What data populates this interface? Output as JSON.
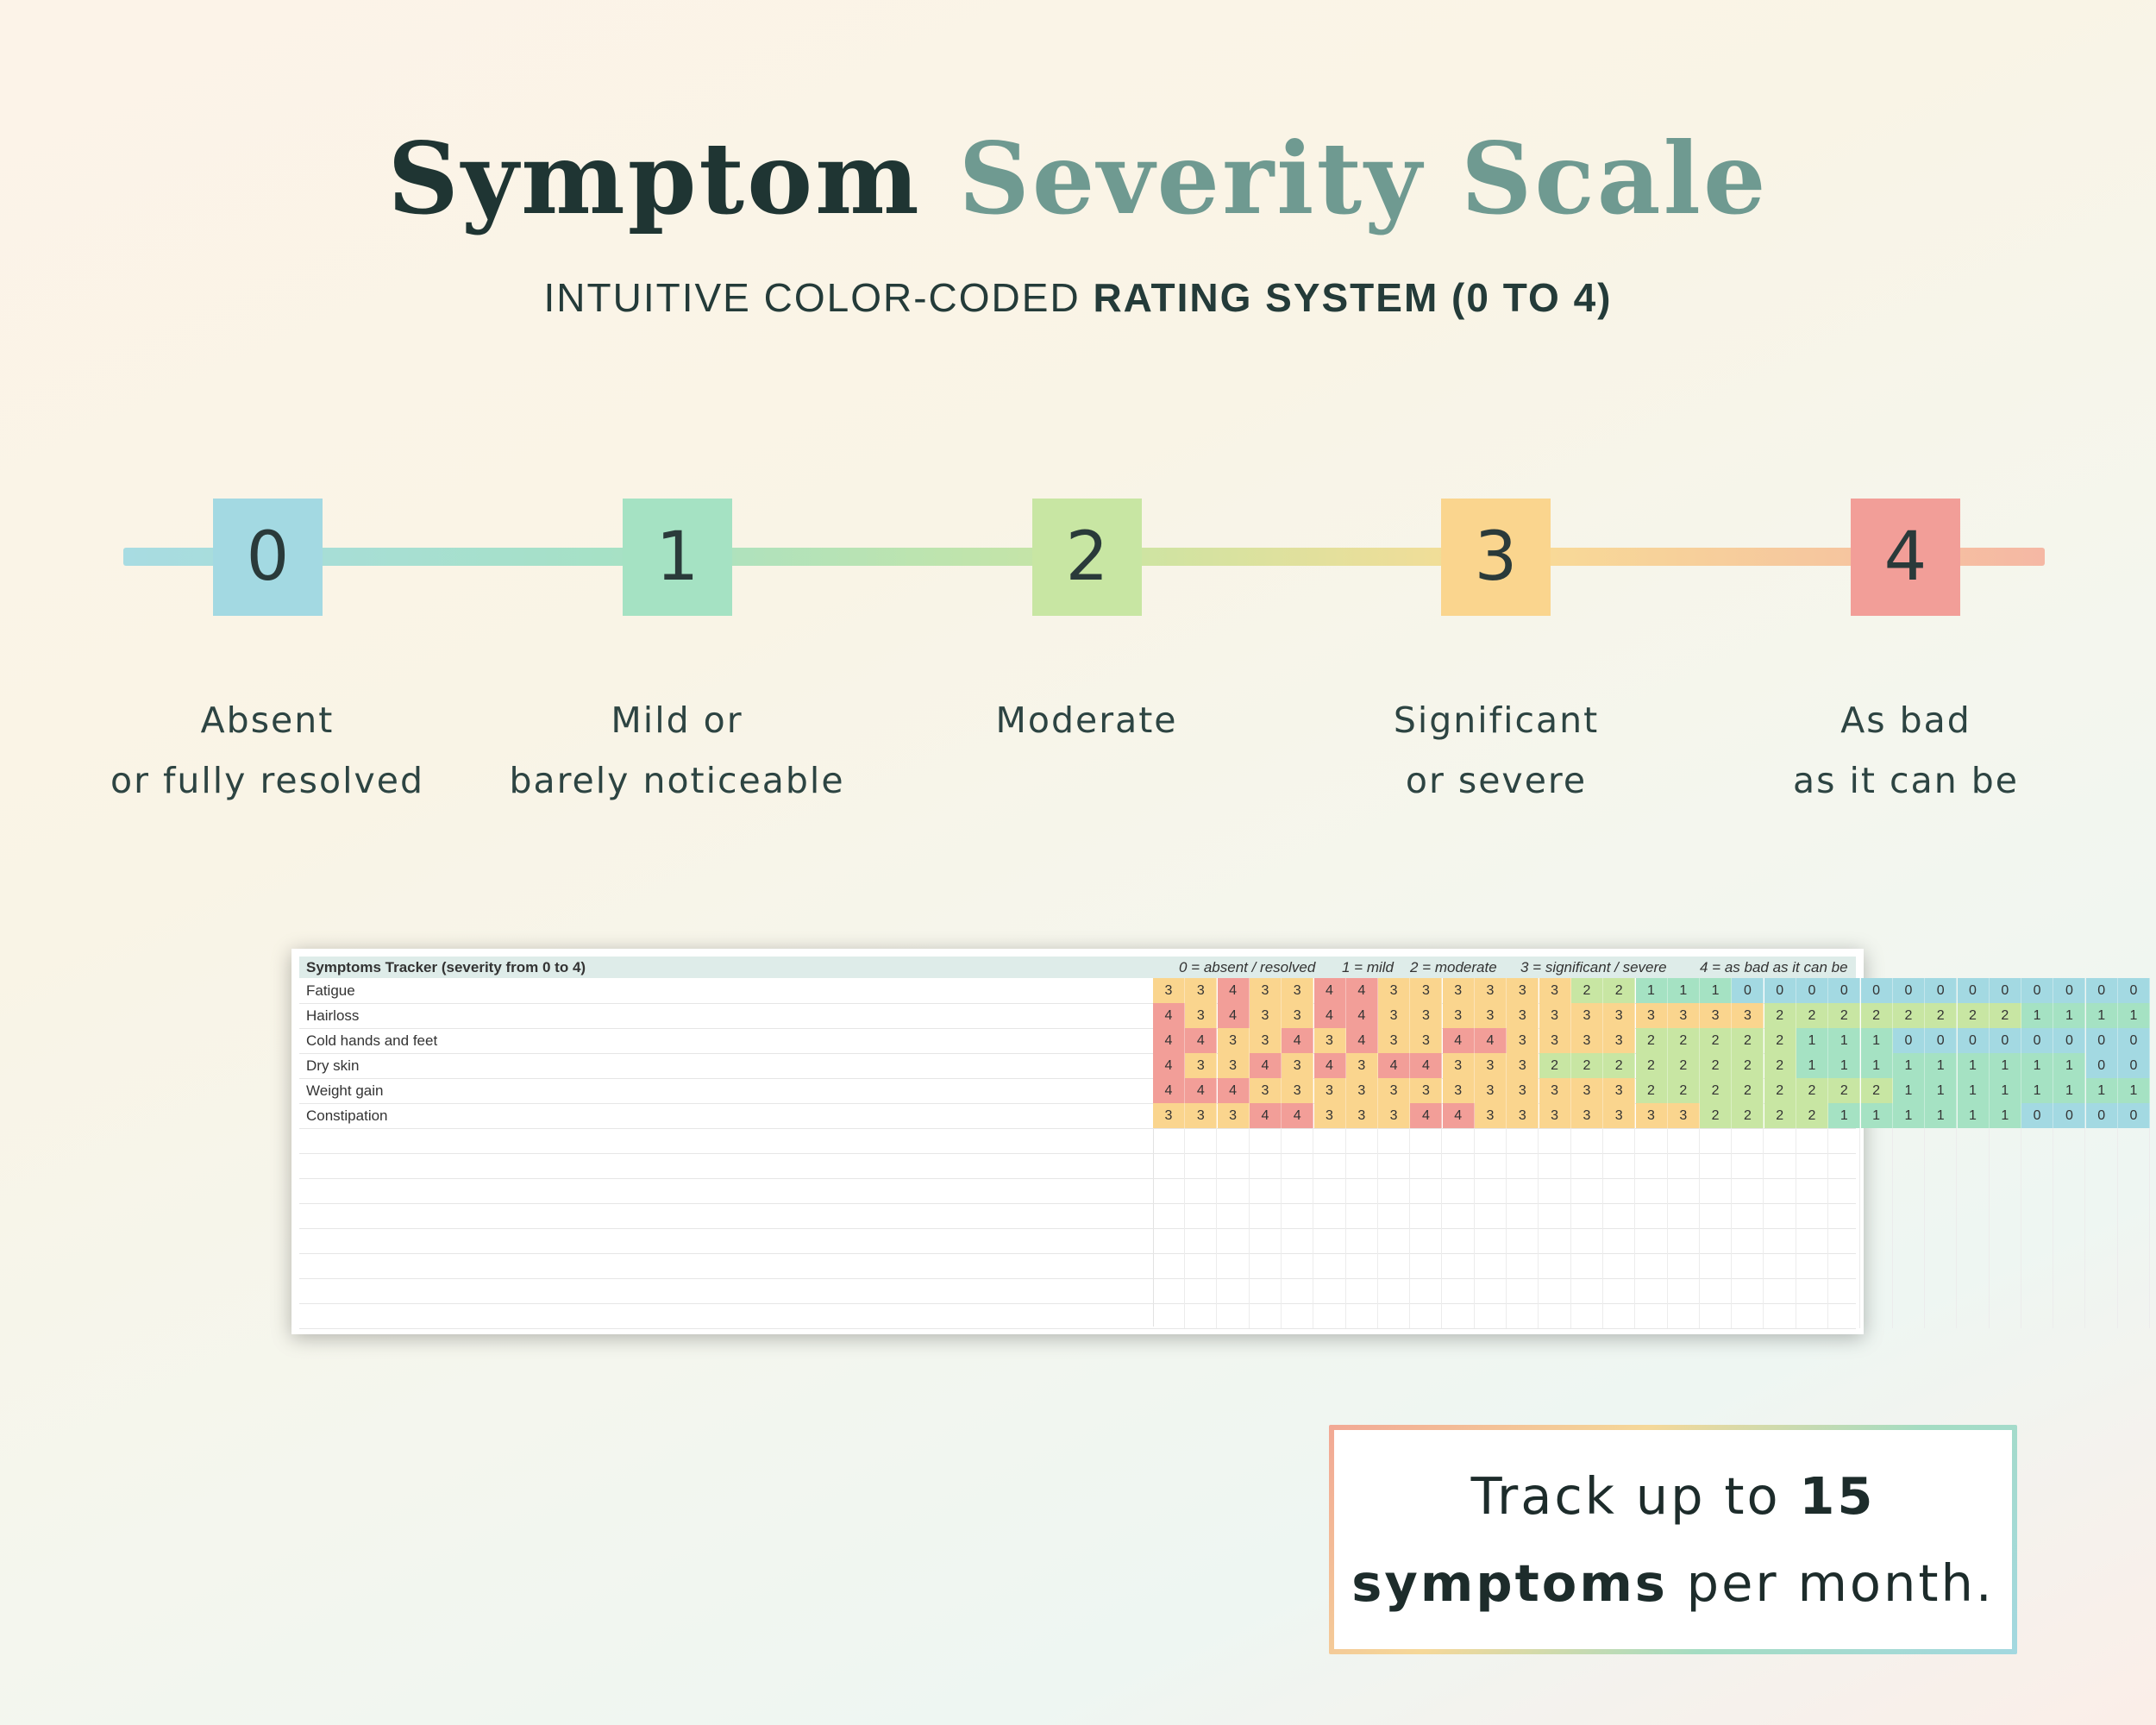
{
  "title": {
    "part1": "Symptom",
    "part2": "Severity Scale"
  },
  "subtitle": {
    "regular": "INTUITIVE COLOR-CODED ",
    "bold": "RATING SYSTEM (0 TO 4)"
  },
  "scale": [
    {
      "value": "0",
      "line1": "Absent",
      "line2": "or fully resolved",
      "color": "#a3d9e2"
    },
    {
      "value": "1",
      "line1": "Mild or",
      "line2": "barely noticeable",
      "color": "#a5e2c3"
    },
    {
      "value": "2",
      "line1": "Moderate",
      "line2": "",
      "color": "#c8e6a3"
    },
    {
      "value": "3",
      "line1": "Significant",
      "line2": "or severe",
      "color": "#fad58e"
    },
    {
      "value": "4",
      "line1": "As bad",
      "line2": "as it can be",
      "color": "#f29e98"
    }
  ],
  "tracker": {
    "title": "Symptoms Tracker (severity from 0 to 4)",
    "legend": [
      "0 = absent / resolved",
      "1 = mild",
      "2 = moderate",
      "3 = significant / severe",
      "4 = as bad as it can be"
    ],
    "rows": [
      {
        "symptom": "Fatigue",
        "values": [
          3,
          3,
          4,
          3,
          3,
          4,
          4,
          3,
          3,
          3,
          3,
          3,
          3,
          2,
          2,
          1,
          1,
          1,
          0,
          0,
          0,
          0,
          0,
          0,
          0,
          0,
          0,
          0,
          0,
          0,
          0
        ]
      },
      {
        "symptom": "Hairloss",
        "values": [
          4,
          3,
          4,
          3,
          3,
          4,
          4,
          3,
          3,
          3,
          3,
          3,
          3,
          3,
          3,
          3,
          3,
          3,
          3,
          2,
          2,
          2,
          2,
          2,
          2,
          2,
          2,
          1,
          1,
          1,
          1
        ]
      },
      {
        "symptom": "Cold hands and feet",
        "values": [
          4,
          4,
          3,
          3,
          4,
          3,
          4,
          3,
          3,
          4,
          4,
          3,
          3,
          3,
          3,
          2,
          2,
          2,
          2,
          2,
          1,
          1,
          1,
          0,
          0,
          0,
          0,
          0,
          0,
          0,
          0
        ]
      },
      {
        "symptom": "Dry skin",
        "values": [
          4,
          3,
          3,
          4,
          3,
          4,
          3,
          4,
          4,
          3,
          3,
          3,
          2,
          2,
          2,
          2,
          2,
          2,
          2,
          2,
          1,
          1,
          1,
          1,
          1,
          1,
          1,
          1,
          1,
          0,
          0
        ]
      },
      {
        "symptom": "Weight gain",
        "values": [
          4,
          4,
          4,
          3,
          3,
          3,
          3,
          3,
          3,
          3,
          3,
          3,
          3,
          3,
          3,
          2,
          2,
          2,
          2,
          2,
          2,
          2,
          2,
          1,
          1,
          1,
          1,
          1,
          1,
          1,
          1
        ]
      },
      {
        "symptom": "Constipation",
        "values": [
          3,
          3,
          3,
          4,
          4,
          3,
          3,
          3,
          4,
          4,
          3,
          3,
          3,
          3,
          3,
          3,
          3,
          2,
          2,
          2,
          2,
          1,
          1,
          1,
          1,
          1,
          1,
          0,
          0,
          0,
          0
        ]
      }
    ],
    "empty_rows": 8
  },
  "cta": {
    "line1_regular": "Track up to ",
    "line1_bold": "15",
    "line2_bold": "symptoms",
    "line2_regular": " per month."
  }
}
